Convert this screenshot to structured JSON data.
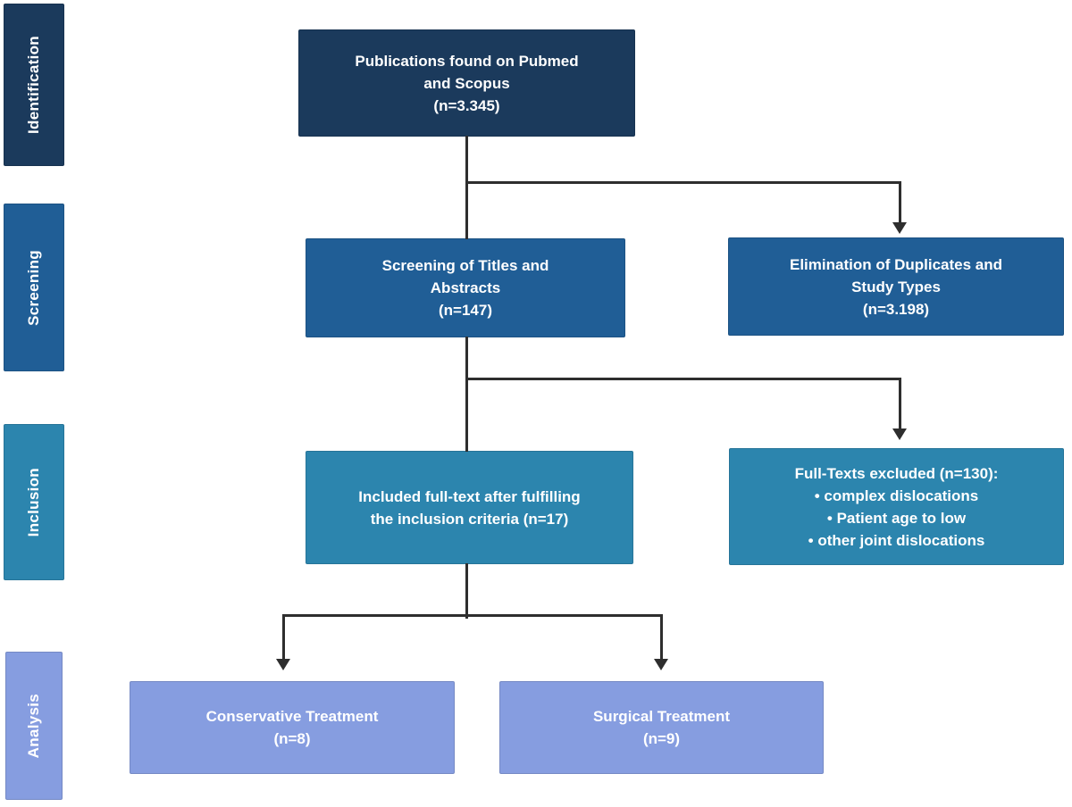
{
  "stages": [
    {
      "label": "Identification",
      "color": "#1B3A5C"
    },
    {
      "label": "Screening",
      "color": "#205E96"
    },
    {
      "label": "Inclusion",
      "color": "#2C85AE"
    },
    {
      "label": "Analysis",
      "color": "#869DE0"
    }
  ],
  "boxes": {
    "publications": {
      "text": "Publications found on Pubmed\nand Scopus\n(n=3.345)",
      "color": "#1B3A5C"
    },
    "screening": {
      "text": "Screening of Titles and\nAbstracts\n(n=147)",
      "color": "#205E96"
    },
    "elimination": {
      "text": "Elimination of Duplicates and\nStudy Types\n(n=3.198)",
      "color": "#205E96"
    },
    "included": {
      "text": "Included full-text after fulfilling\nthe inclusion criteria (n=17)",
      "color": "#2C85AE"
    },
    "fulltext_excluded": {
      "text": "Full-Texts excluded (n=130):\n• complex dislocations\n• Patient age to low\n• other joint dislocations",
      "color": "#2C85AE"
    },
    "conservative": {
      "text": "Conservative Treatment\n(n=8)",
      "color": "#869DE0"
    },
    "surgical": {
      "text": "Surgical Treatment\n(n=9)",
      "color": "#869DE0"
    }
  },
  "connector_color": "#2e2e2e"
}
